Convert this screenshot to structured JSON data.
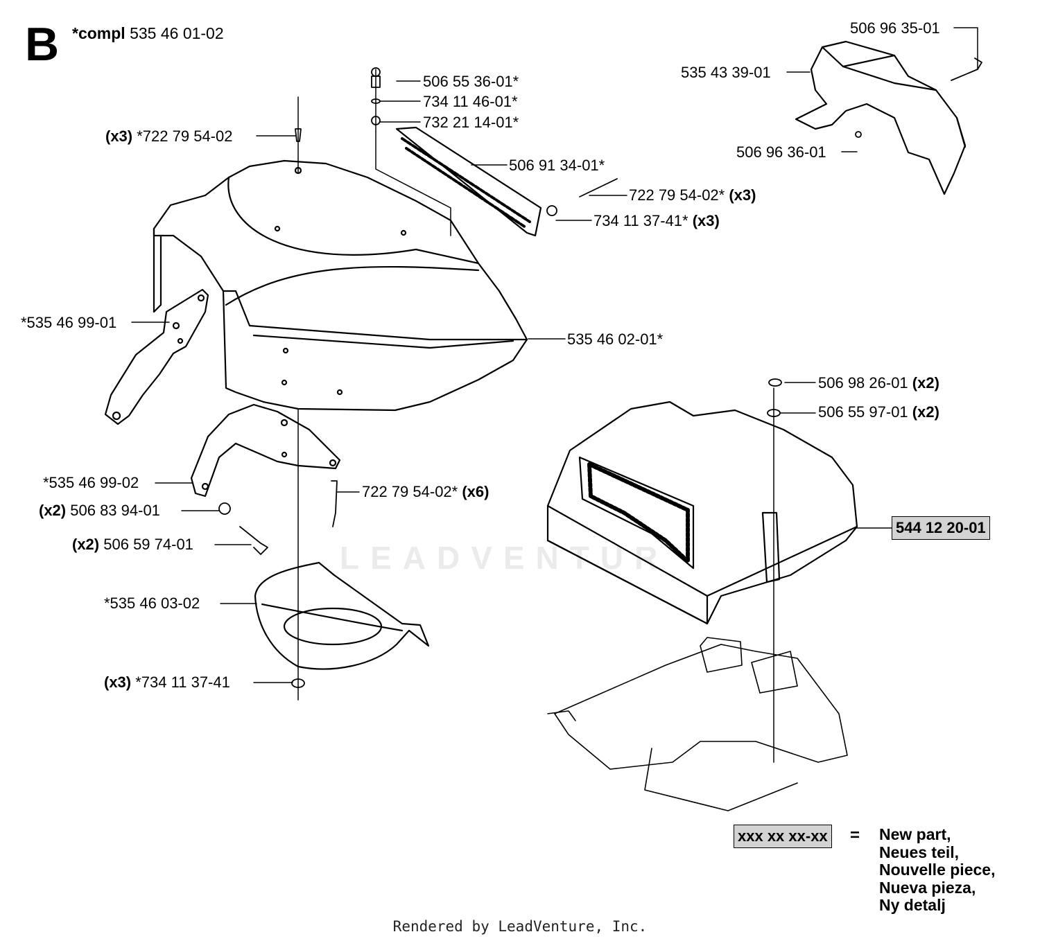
{
  "section": "B",
  "assembly": {
    "prefix": "*compl",
    "number": "535 46 01-02"
  },
  "watermark": "LEADVENTUR",
  "labels": [
    {
      "id": "l1",
      "qty": "",
      "text": "506 96 35-01",
      "suffix": ""
    },
    {
      "id": "l2",
      "qty": "",
      "text": "535 43 39-01",
      "suffix": ""
    },
    {
      "id": "l3",
      "qty": "",
      "text": "506 96 36-01",
      "suffix": ""
    },
    {
      "id": "l4",
      "qty": "",
      "text": "506 55 36-01*",
      "suffix": ""
    },
    {
      "id": "l5",
      "qty": "",
      "text": "734 11 46-01*",
      "suffix": ""
    },
    {
      "id": "l6",
      "qty": "",
      "text": "732 21 14-01*",
      "suffix": ""
    },
    {
      "id": "l7",
      "qty": "(x3)",
      "text": "*722 79 54-02",
      "suffix": ""
    },
    {
      "id": "l8",
      "qty": "",
      "text": "506 91 34-01*",
      "suffix": ""
    },
    {
      "id": "l9",
      "qty": "",
      "text": "722 79 54-02*",
      "suffix": "(x3)"
    },
    {
      "id": "l10",
      "qty": "",
      "text": "734 11 37-41*",
      "suffix": "(x3)"
    },
    {
      "id": "l11",
      "qty": "",
      "text": "*535 46 99-01",
      "suffix": ""
    },
    {
      "id": "l12",
      "qty": "",
      "text": "535 46 02-01*",
      "suffix": ""
    },
    {
      "id": "l13",
      "qty": "",
      "text": "506 98 26-01",
      "suffix": "(x2)"
    },
    {
      "id": "l14",
      "qty": "",
      "text": "506 55 97-01",
      "suffix": "(x2)"
    },
    {
      "id": "l15",
      "qty": "",
      "text": "*535 46 99-02",
      "suffix": ""
    },
    {
      "id": "l16",
      "qty": "",
      "text": "722 79 54-02*",
      "suffix": "(x6)"
    },
    {
      "id": "l17",
      "qty": "(x2)",
      "text": "506 83 94-01",
      "suffix": ""
    },
    {
      "id": "l18",
      "qty": "(x2)",
      "text": "506 59 74-01",
      "suffix": ""
    },
    {
      "id": "l19",
      "qty": "",
      "text": "*535 46 03-02",
      "suffix": ""
    },
    {
      "id": "l20",
      "qty": "(x3)",
      "text": "*734 11 37-41",
      "suffix": ""
    }
  ],
  "new_part_highlight": "544 12 20-01",
  "legend": {
    "sample": "xxx xx xx-xx",
    "equals": "=",
    "lines": [
      "New part,",
      "Neues teil,",
      "Nouvelle piece,",
      "Nueva pieza,",
      "Ny detalj"
    ]
  },
  "footer": "Rendered by LeadVenture, Inc."
}
